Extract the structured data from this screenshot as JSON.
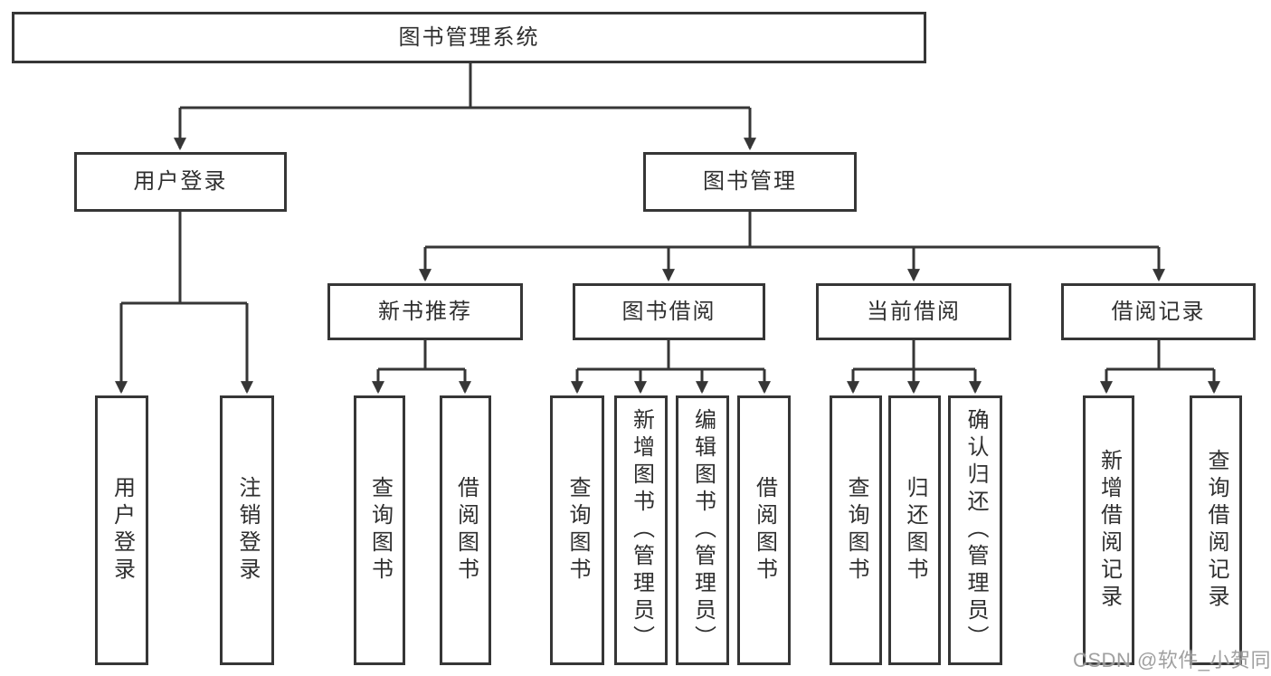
{
  "colors": {
    "line": "#363636",
    "text": "#2f2f2f",
    "bg": "#ffffff",
    "watermark": "#9b9b9b"
  },
  "watermark": {
    "text": "CSDN @软件_小贺同学"
  },
  "tree": {
    "root": {
      "label": "图书管理系统"
    },
    "children": [
      {
        "label": "用户登录",
        "children": [
          {
            "label": "用户登录"
          },
          {
            "label": "注销登录"
          }
        ]
      },
      {
        "label": "图书管理",
        "children": [
          {
            "label": "新书推荐",
            "children": [
              {
                "label": "查询图书"
              },
              {
                "label": "借阅图书"
              }
            ]
          },
          {
            "label": "图书借阅",
            "children": [
              {
                "label": "查询图书"
              },
              {
                "label": "新增图书（管理员）"
              },
              {
                "label": "编辑图书（管理员）"
              },
              {
                "label": "借阅图书"
              }
            ]
          },
          {
            "label": "当前借阅",
            "children": [
              {
                "label": "查询图书"
              },
              {
                "label": "归还图书"
              },
              {
                "label": "确认归还（管理员）"
              }
            ]
          },
          {
            "label": "借阅记录",
            "children": [
              {
                "label": "新增借阅记录"
              },
              {
                "label": "查询借阅记录"
              }
            ]
          }
        ]
      }
    ]
  }
}
